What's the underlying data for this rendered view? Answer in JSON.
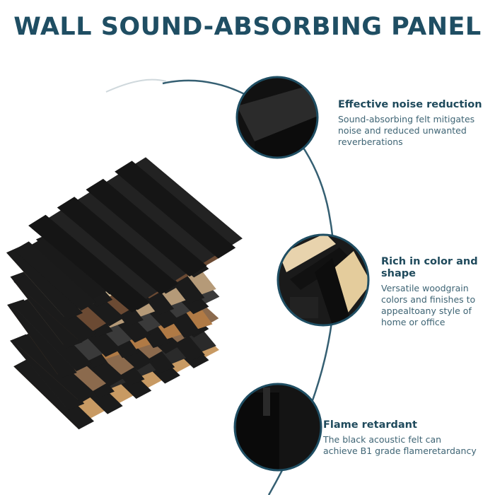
{
  "title": "WALL SOUND-ABSORBING PANEL",
  "accent_color": "#1f4e63",
  "features": [
    {
      "heading": "Effective noise reduction",
      "lines": [
        "Sound-absorbing felt mitigates",
        "noise and reduced unwanted",
        "reverberations"
      ]
    },
    {
      "heading": "Rich in color and shape",
      "heading_lines": [
        "Rich in color and",
        "shape"
      ],
      "lines": [
        "Versatile woodgrain",
        "colors and finishes to",
        "appealtoany style of",
        "home or office"
      ]
    },
    {
      "heading": "Flame retardant",
      "lines": [
        "The black acoustic felt can",
        "achieve B1 grade flameretardancy"
      ]
    }
  ],
  "panel_finishes": [
    "#c89a63",
    "#2a2a2a",
    "#8b6a4d",
    "#b07a45",
    "#3a3a3a",
    "#b59a78",
    "#6b4a33",
    "#d9c29a",
    "#1a1a1a"
  ]
}
